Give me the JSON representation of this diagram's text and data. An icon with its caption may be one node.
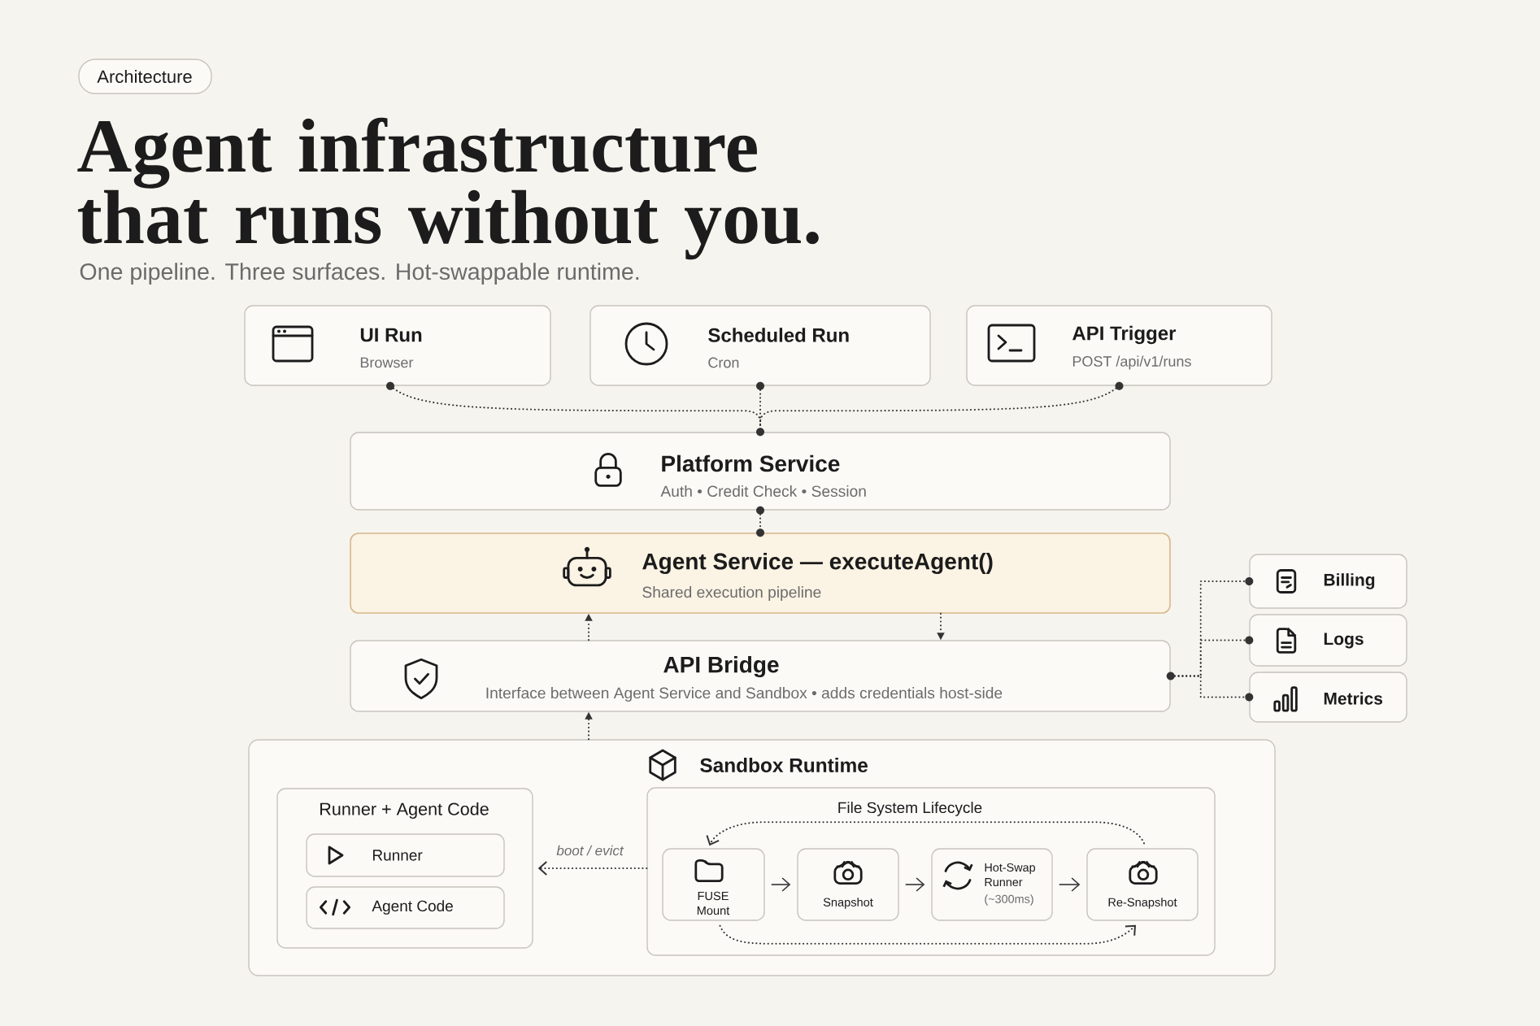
{
  "diagram": {
    "title": "Agent infrastructure that runs without you.",
    "nodes": [
      {
        "text": [
          "Architecture"
        ]
      },
      {
        "text": [
          "UI Run",
          "Browser"
        ]
      },
      {
        "text": [
          "Scheduled Run",
          "Cron"
        ]
      },
      {
        "text": [
          "API Trigger",
          "POST /api/v1/runs"
        ]
      },
      {
        "text": [
          "Platform Service",
          "Auth • Credit Check • Session"
        ]
      },
      {
        "text": [
          "Agent Service — executeAgent()",
          "Shared execution pipeline"
        ]
      },
      {
        "text": [
          "API Bridge",
          "Interface between Agent Service and Sandbox • adds credentials host-side"
        ]
      },
      {
        "text": [
          "Billing"
        ]
      },
      {
        "text": [
          "Logs"
        ]
      },
      {
        "text": [
          "Metrics"
        ]
      },
      {
        "text": [
          "Sandbox Runtime"
        ]
      },
      {
        "text": [
          "Runner + Agent Code"
        ],
        "in": 10
      },
      {
        "text": [
          "Runner"
        ],
        "in": 11
      },
      {
        "text": [
          "Agent Code"
        ],
        "in": 11
      },
      {
        "text": [
          "File System Lifecycle"
        ],
        "in": 10
      },
      {
        "text": [
          "FUSE Mount"
        ],
        "in": 14
      },
      {
        "text": [
          "Snapshot"
        ],
        "in": 14
      },
      {
        "text": [
          "Hot-Swap Runner",
          "(~300ms)"
        ],
        "in": 14
      },
      {
        "text": [
          "Re-Snapshot"
        ],
        "in": 14
      }
    ],
    "edges": [
      {
        "from": 1,
        "to": 4,
        "arrow": "none",
        "style": "dashed"
      },
      {
        "from": 2,
        "to": 4,
        "arrow": "none",
        "style": "dashed"
      },
      {
        "from": 3,
        "to": 4,
        "arrow": "none",
        "style": "dashed"
      },
      {
        "from": 4,
        "to": 5,
        "arrow": "none",
        "style": "dashed"
      },
      {
        "from": 6,
        "to": 5,
        "arrow": "to",
        "style": "dashed"
      },
      {
        "from": 5,
        "to": 6,
        "arrow": "to",
        "style": "dashed"
      },
      {
        "from": 10,
        "to": 6,
        "arrow": "to",
        "style": "dashed"
      },
      {
        "from": 6,
        "to": 7,
        "arrow": "none",
        "style": "dashed"
      },
      {
        "from": 6,
        "to": 8,
        "arrow": "none",
        "style": "dashed"
      },
      {
        "from": 6,
        "to": 9,
        "arrow": "none",
        "style": "dashed"
      },
      {
        "from": 14,
        "to": 11,
        "arrow": "to",
        "style": "dashed",
        "label": "boot / evict"
      },
      {
        "from": 15,
        "to": 16,
        "arrow": "to"
      },
      {
        "from": 16,
        "to": 17,
        "arrow": "to"
      },
      {
        "from": 17,
        "to": 18,
        "arrow": "to"
      },
      {
        "from": 18,
        "to": 15,
        "arrow": "to",
        "style": "dashed"
      },
      {
        "from": 15,
        "to": 18,
        "arrow": "to",
        "style": "dashed"
      }
    ],
    "labels": [
      "One pipeline. Three surfaces. Hot-swappable runtime."
    ]
  }
}
